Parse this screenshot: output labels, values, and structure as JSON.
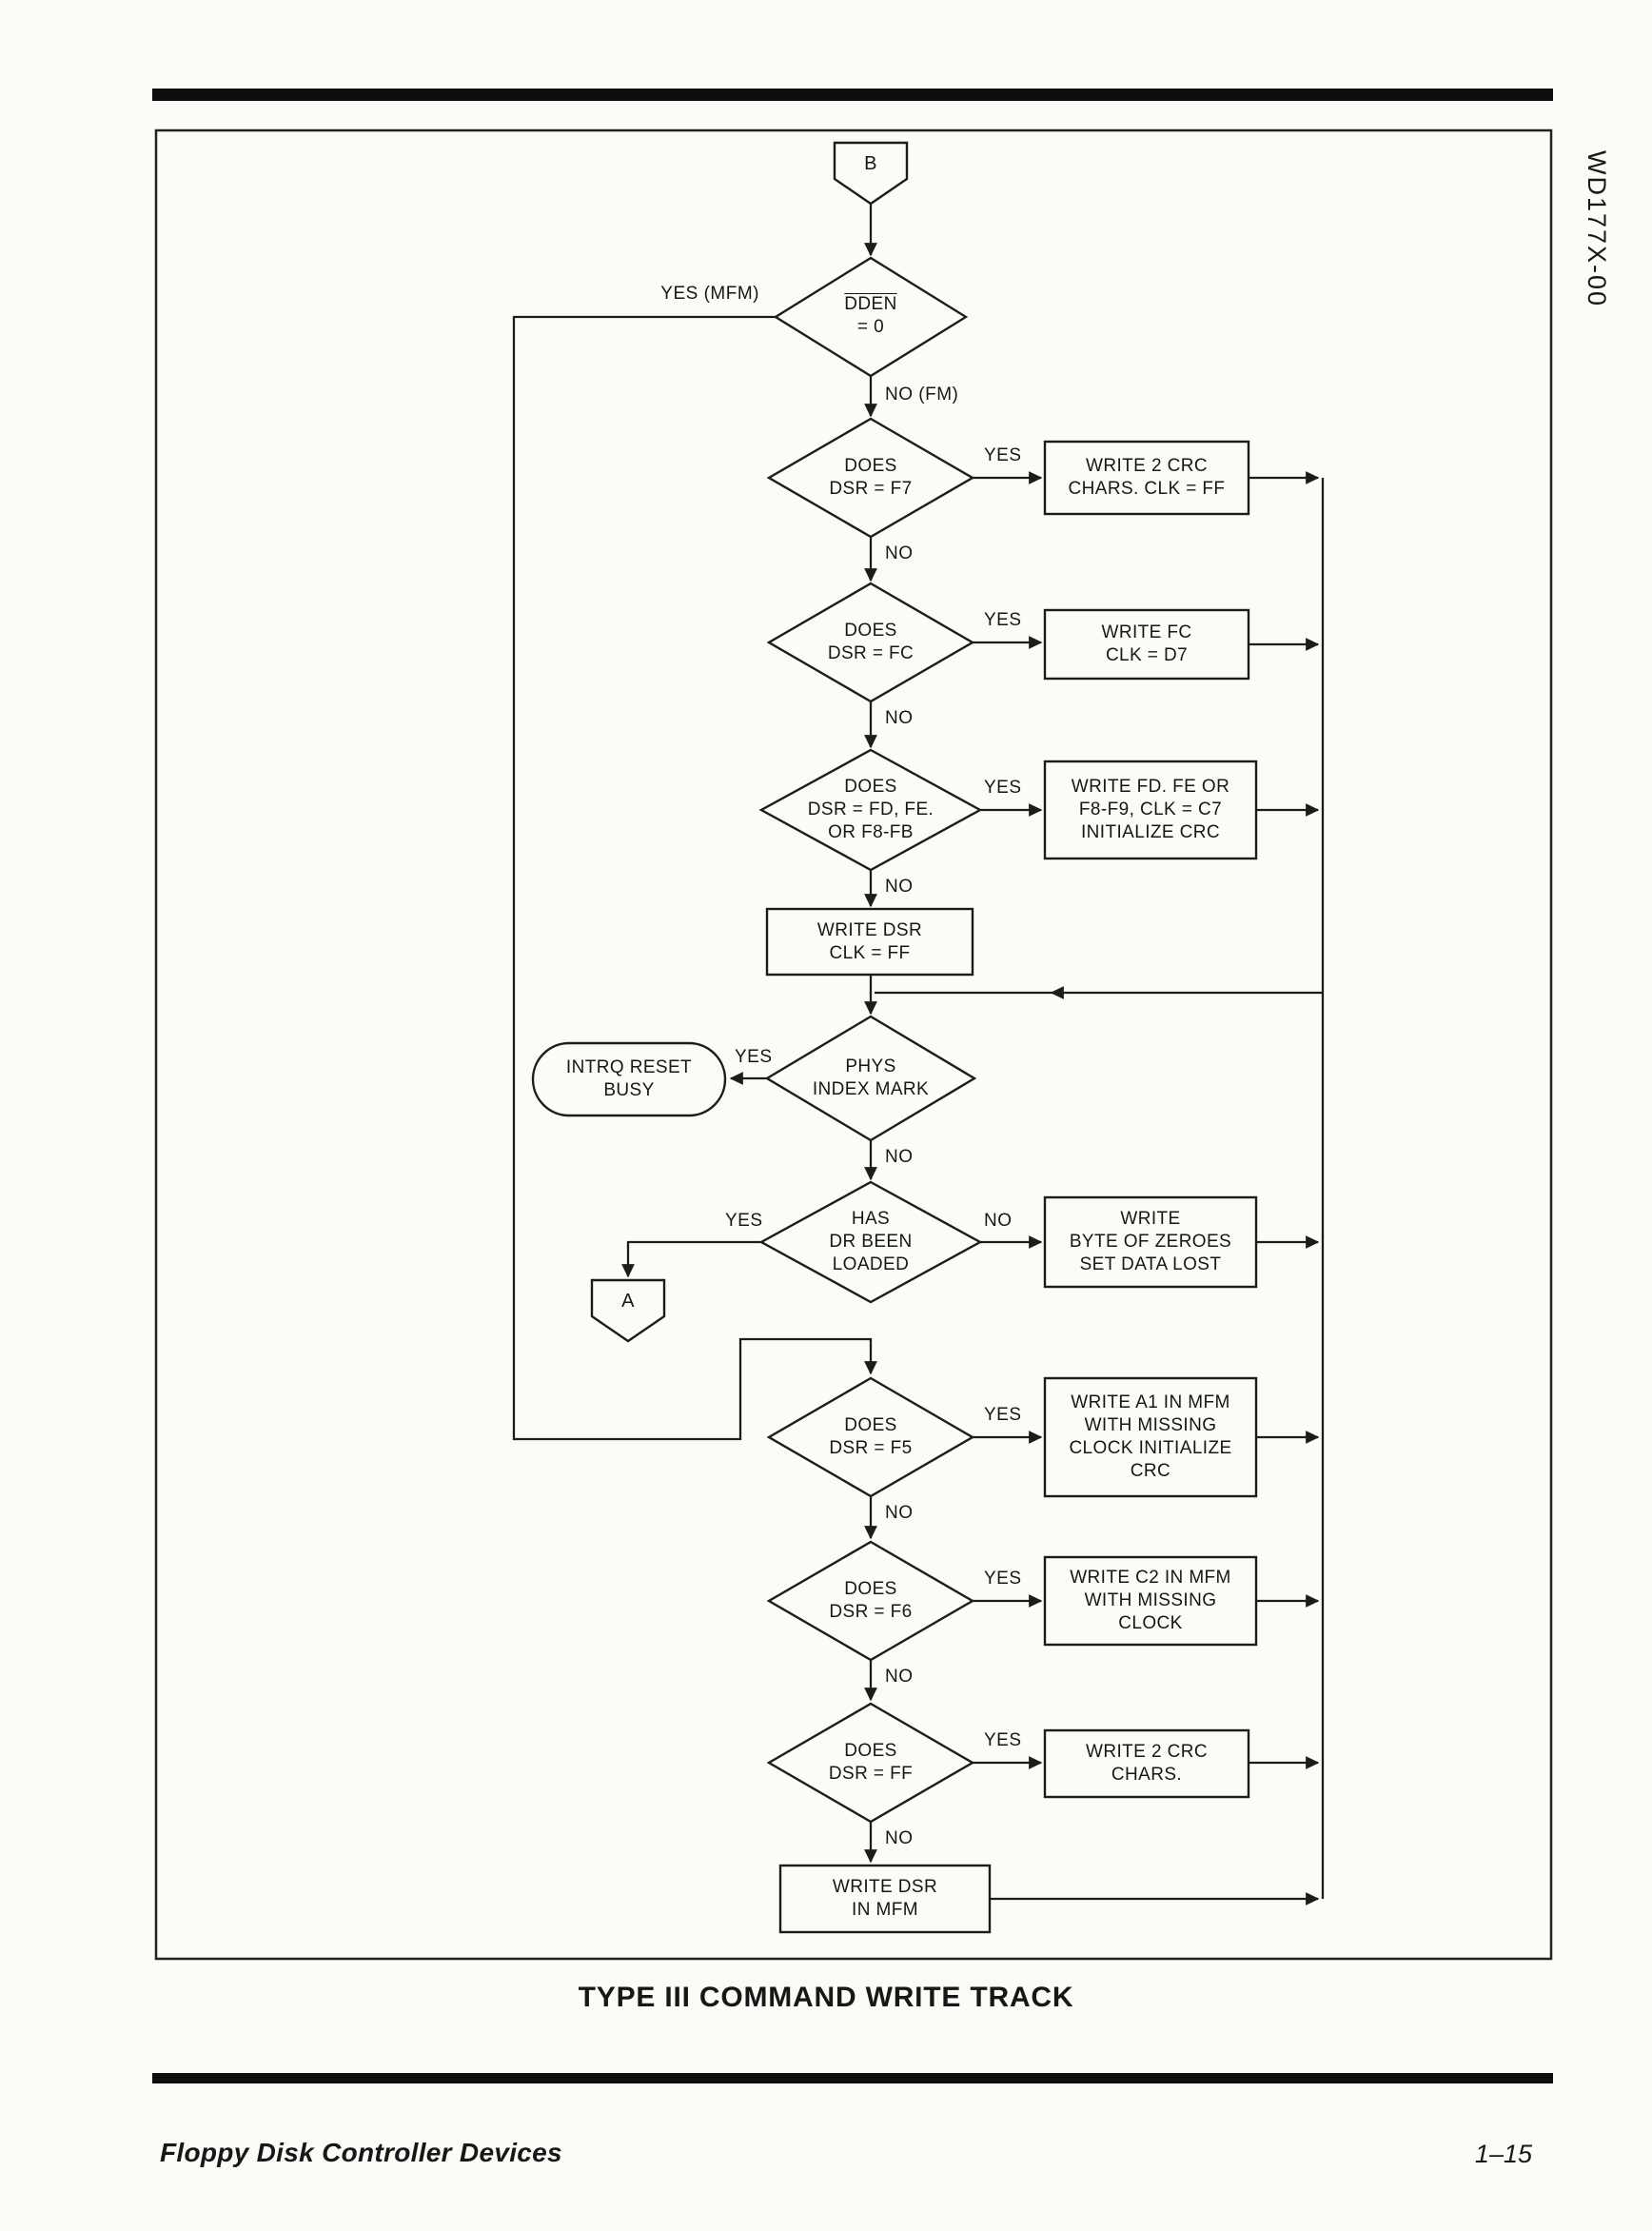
{
  "page": {
    "side_label": "WD177X-00",
    "caption": "TYPE III COMMAND WRITE TRACK",
    "footer": {
      "left": "Floppy Disk Controller Devices",
      "right": "1–15"
    }
  },
  "labels": {
    "yes": "YES",
    "no": "NO",
    "yes_mfm": "YES (MFM)",
    "no_fm": "NO (FM)"
  },
  "connectors": {
    "b": "B",
    "a": "A"
  },
  "nodes": {
    "dden1": "DDEN",
    "dden2": "= 0",
    "d_f7": "DOES\nDSR = F7",
    "b_f7": "WRITE 2 CRC\nCHARS. CLK = FF",
    "d_fc": "DOES\nDSR = FC",
    "b_fc": "WRITE FC\nCLK = D7",
    "d_fd": "DOES\nDSR = FD, FE.\nOR F8-FB",
    "b_fd": "WRITE FD. FE OR\nF8-F9, CLK = C7\nINITIALIZE CRC",
    "b_wdsr": "WRITE DSR\nCLK = FF",
    "d_index": "PHYS\nINDEX MARK",
    "t_intrq": "INTRQ RESET\nBUSY",
    "d_dr": "HAS\nDR BEEN\nLOADED",
    "b_zero": "WRITE\nBYTE OF ZEROES\nSET DATA LOST",
    "d_f5": "DOES\nDSR = F5",
    "b_f5": "WRITE A1 IN MFM\nWITH MISSING\nCLOCK INITIALIZE\nCRC",
    "d_f6": "DOES\nDSR = F6",
    "b_f6": "WRITE C2 IN MFM\nWITH MISSING\nCLOCK",
    "d_ff": "DOES\nDSR = FF",
    "b_ff": "WRITE 2 CRC\nCHARS.",
    "b_wmfm": "WRITE DSR\nIN MFM"
  }
}
